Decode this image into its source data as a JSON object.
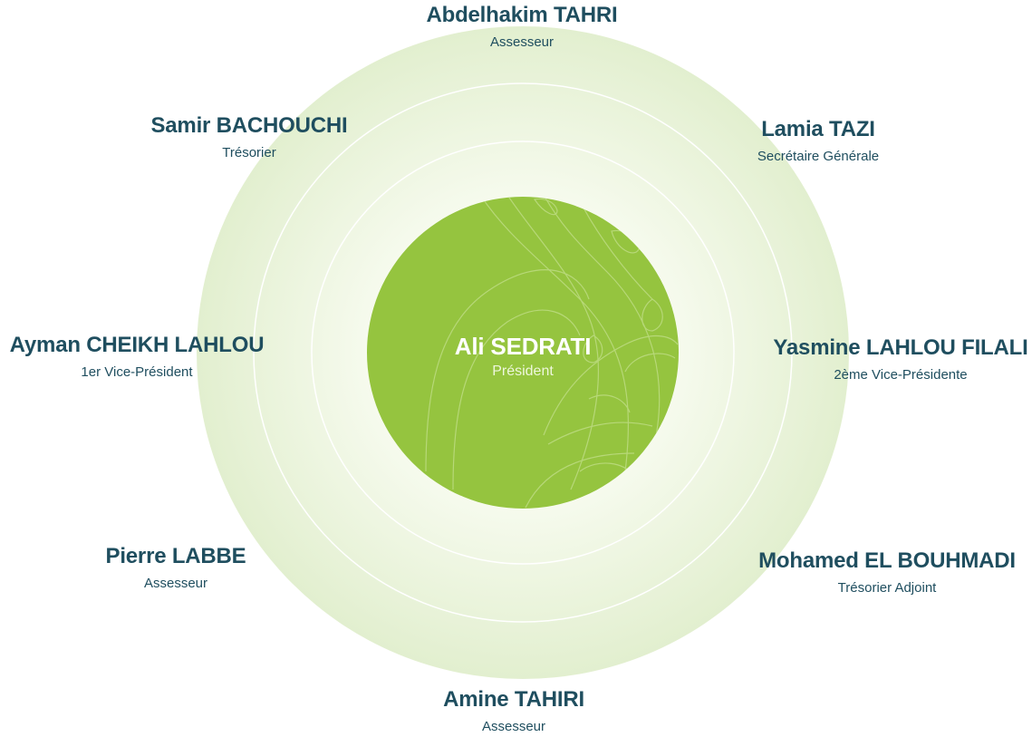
{
  "colors": {
    "text": "#1f4e5f",
    "core": "#95c43f",
    "ring_outer": "#e2efcf",
    "ring_inner": "#f6faee"
  },
  "president": {
    "name": "Ali SEDRATI",
    "role": "Président"
  },
  "members": [
    {
      "name": "Abdelhakim TAHRI",
      "role": "Assesseur"
    },
    {
      "name": "Samir BACHOUCHI",
      "role": "Trésorier"
    },
    {
      "name": "Lamia TAZI",
      "role": "Secrétaire Générale"
    },
    {
      "name": "Ayman CHEIKH LAHLOU",
      "role": "1er Vice-Président"
    },
    {
      "name": "Yasmine LAHLOU FILALI",
      "role": "2ème Vice-Présidente"
    },
    {
      "name": "Pierre LABBE",
      "role": "Assesseur"
    },
    {
      "name": "Mohamed EL BOUHMADI",
      "role": "Trésorier Adjoint"
    },
    {
      "name": "Amine TAHIRI",
      "role": "Assesseur"
    }
  ]
}
